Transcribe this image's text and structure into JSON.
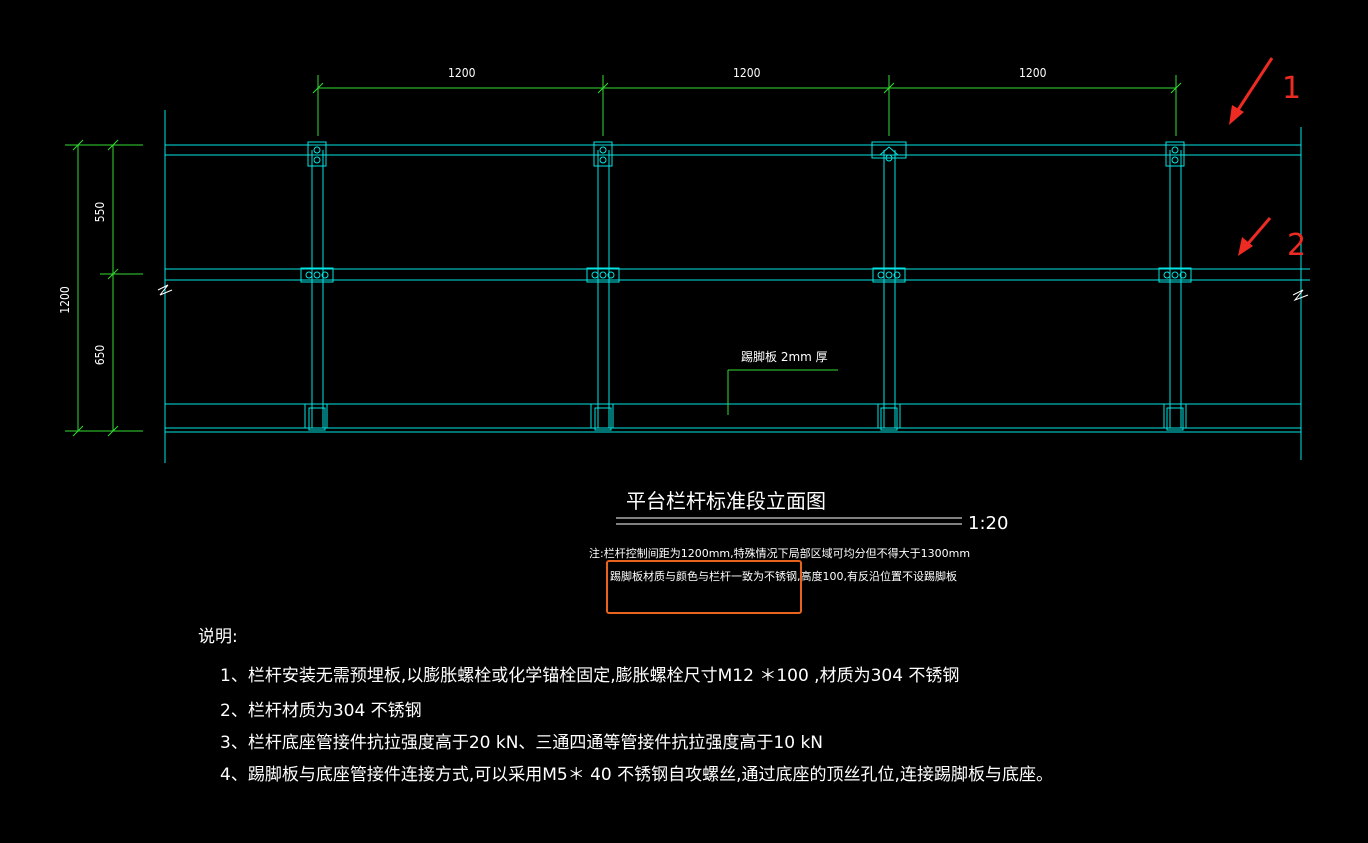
{
  "drawing": {
    "dimensions": {
      "horizontal": [
        "1200",
        "1200",
        "1200"
      ],
      "vertical_total": "1200",
      "vertical_upper": "550",
      "vertical_lower": "650"
    },
    "toe_board_label": "踢脚板 2mm  厚",
    "title": "平台栏杆标准段立面图",
    "scale": "1:20",
    "notes": [
      "注:栏杆控制间距为1200mm,特殊情况下局部区域可均分但不得大于1300mm",
      "踢脚板材质与颜色与栏杆一致为不锈钢,高度100,有反沿位置不设踢脚板"
    ],
    "markers": [
      "1",
      "2"
    ]
  },
  "legend": {
    "heading": "说明:",
    "items": [
      "1、栏杆安装无需预埋板,以膨胀螺栓或化学锚栓固定,膨胀螺栓尺寸M12 ＊100 ,材质为304 不锈钢",
      "2、栏杆材质为304 不锈钢",
      "3、栏杆底座管接件抗拉强度高于20 kN、三通四通等管接件抗拉强度高于10 kN",
      "4、踢脚板与底座管接件连接方式,可以采用M5＊ 40 不锈钢自攻螺丝,通过底座的顶丝孔位,连接踢脚板与底座。"
    ]
  },
  "colors": {
    "background": "#000000",
    "rail": "#00e5e5",
    "dimension": "#33dd33",
    "text": "#ffffff",
    "highlight_box": "#e8641e",
    "marker_red": "#ee2b22"
  }
}
